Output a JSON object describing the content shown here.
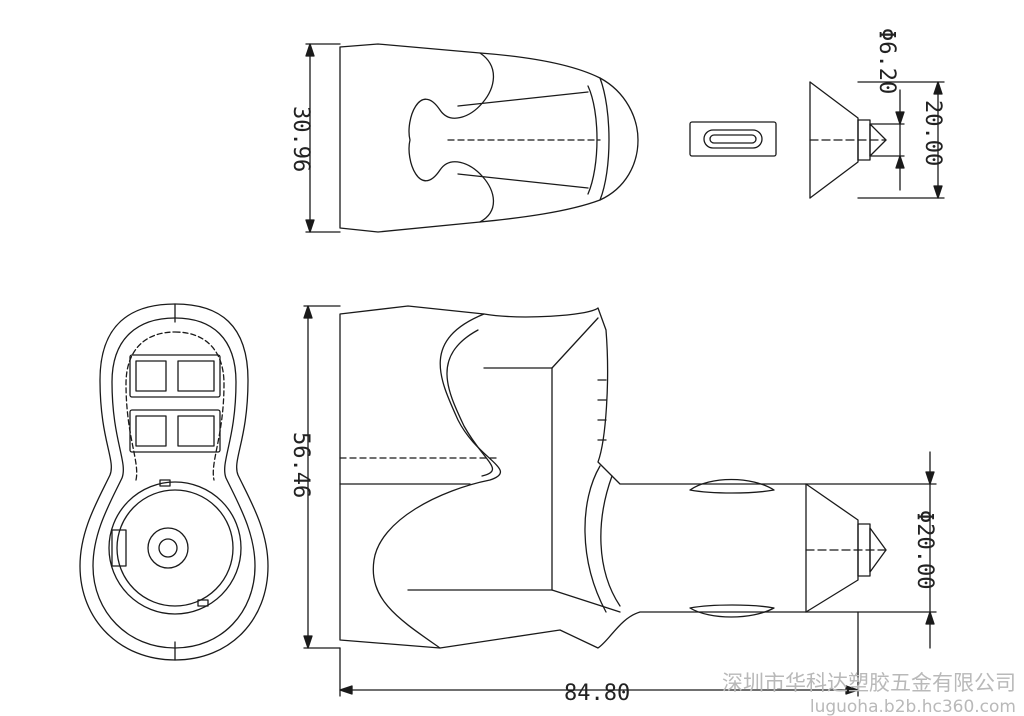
{
  "dimensions": {
    "phi_small": "Φ6.20",
    "height_small": "20.00",
    "width_top": "30.96",
    "height_side": "56.46",
    "phi_large": "Φ20.00",
    "length_total": "84.80"
  },
  "watermark": {
    "company": "深圳市华科达塑胶五金有限公司",
    "url": "luguoha.b2b.hc360.com"
  },
  "colors": {
    "line": "#1a1a1a",
    "watermark": "#b9b9b9"
  }
}
